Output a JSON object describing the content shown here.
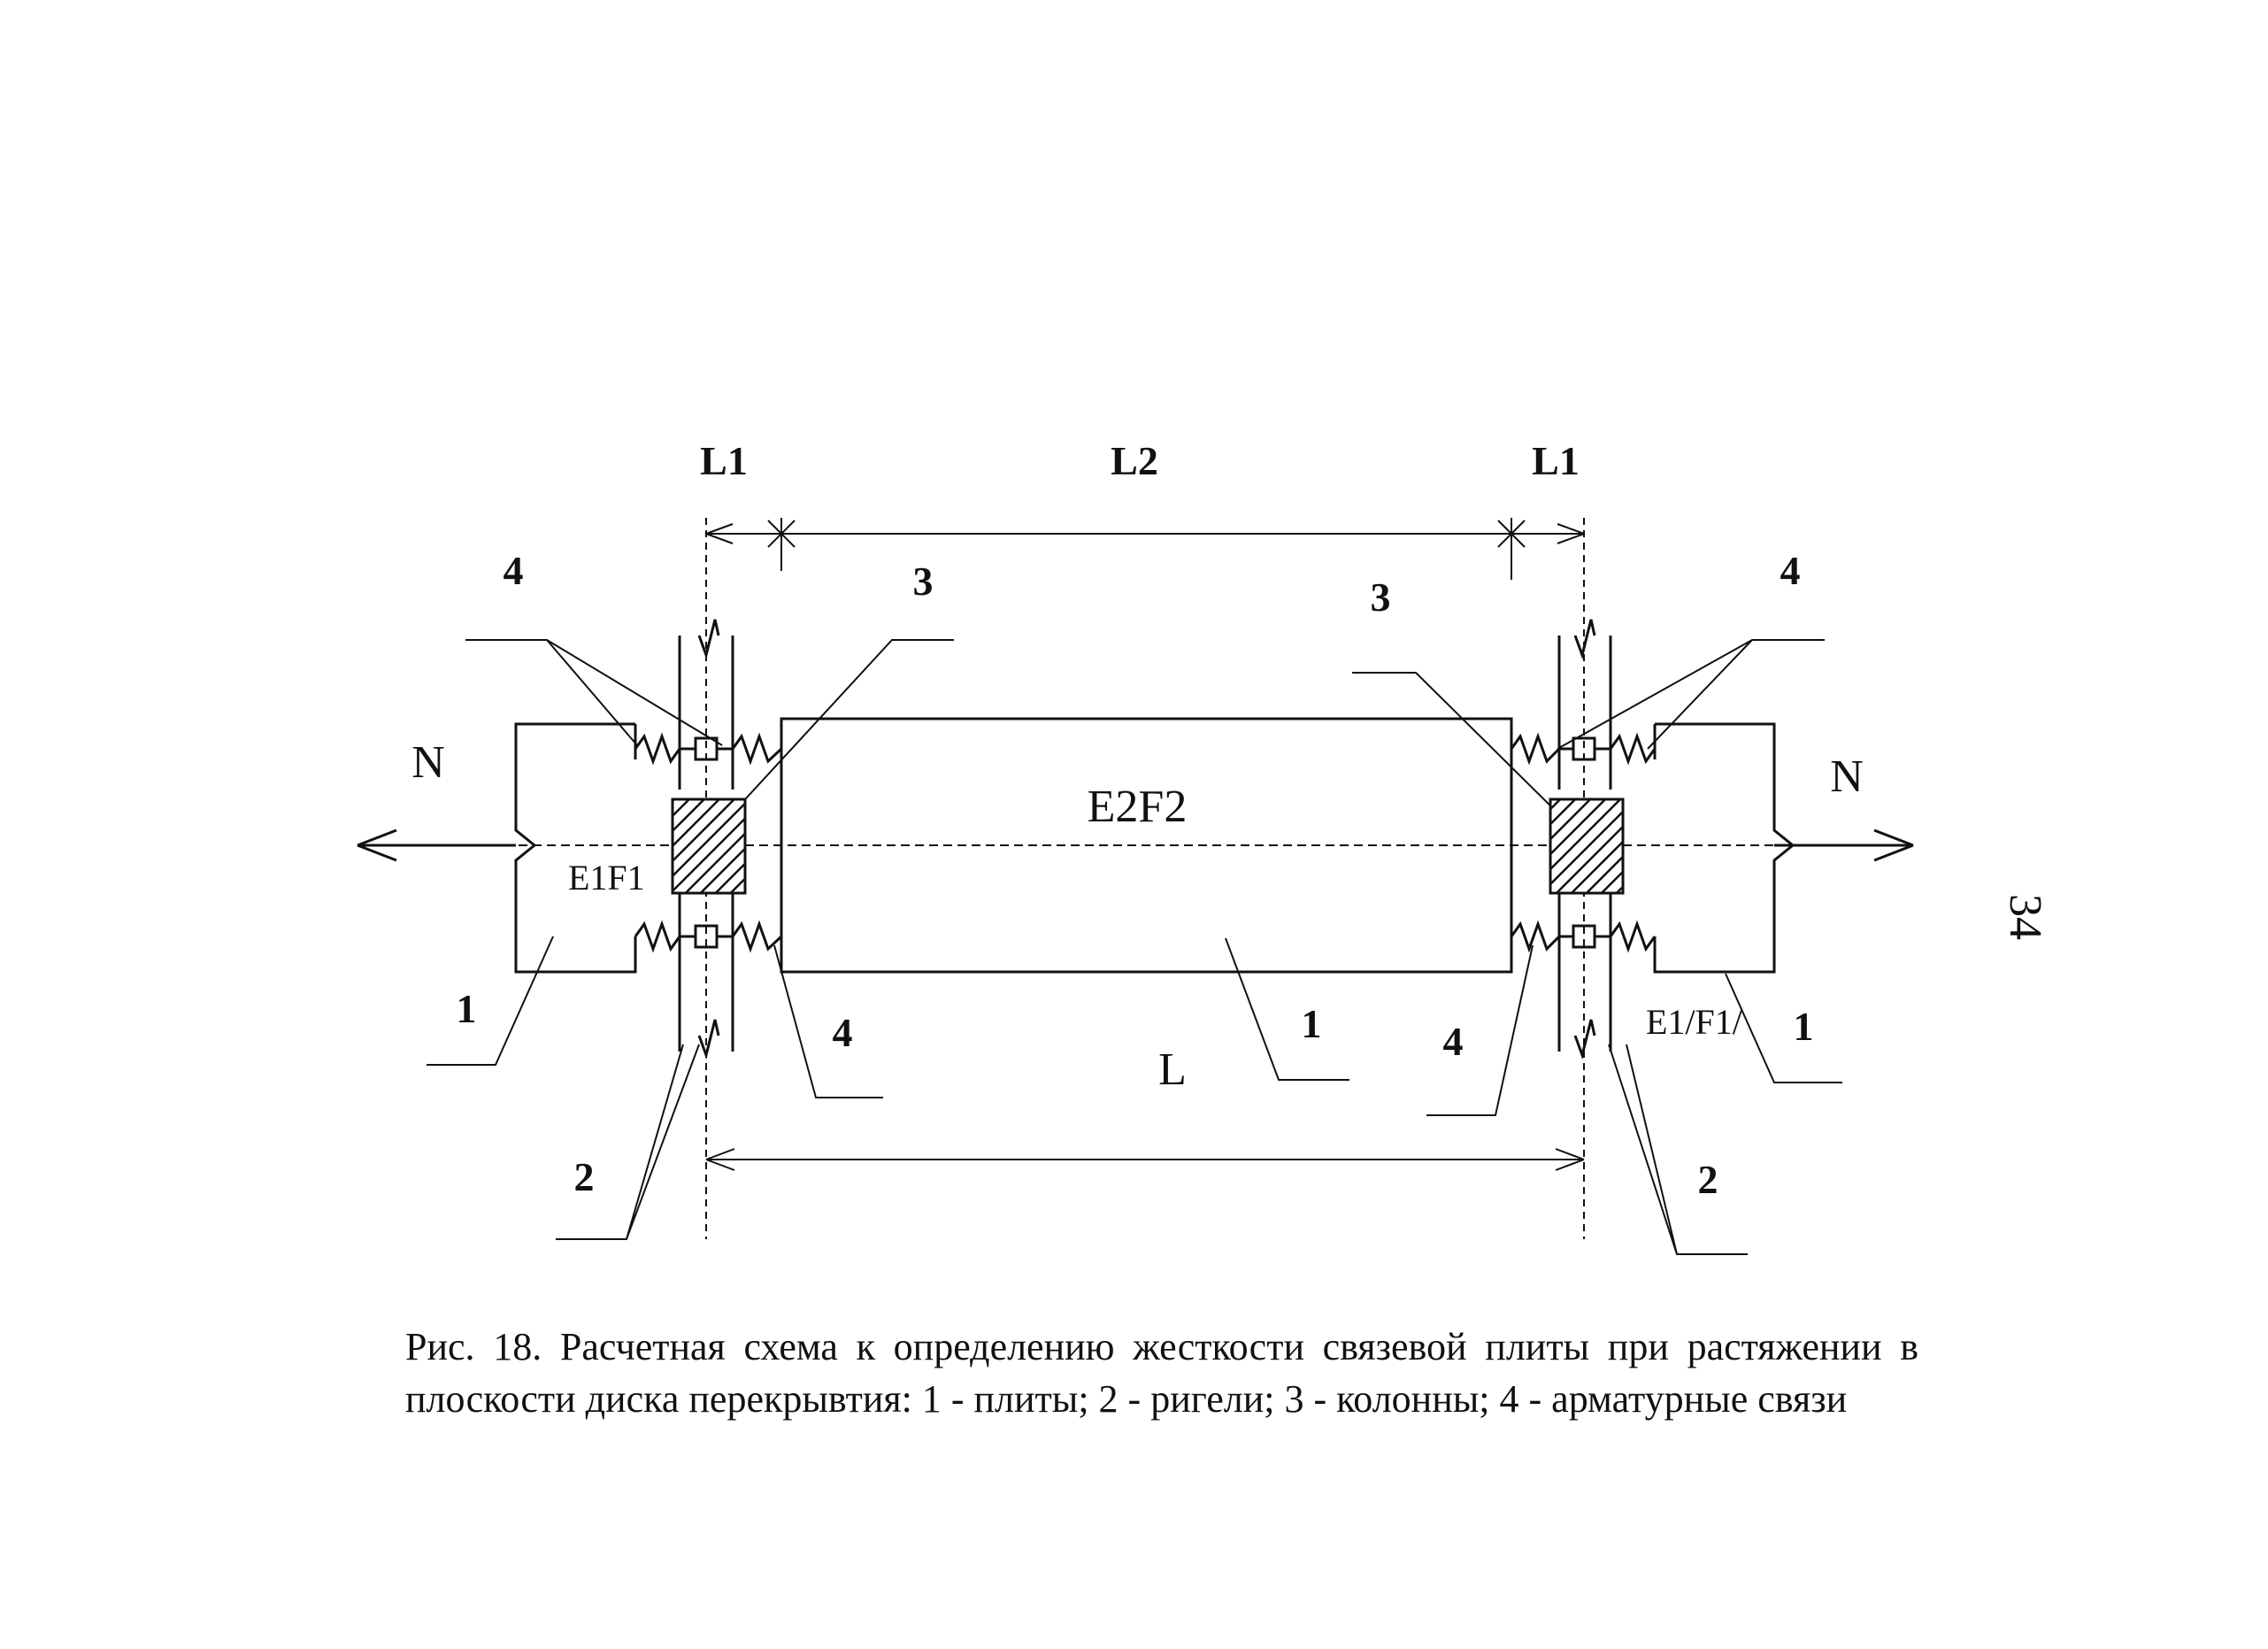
{
  "dimensions": {
    "l1_left": "L1",
    "l2": "L2",
    "l1_right": "L1",
    "l_total": "L"
  },
  "forces": {
    "left": "N",
    "right": "N"
  },
  "stiffness": {
    "left": "E1F1",
    "center": "E2F2",
    "right": "E1/F1/"
  },
  "callouts": {
    "left_top_4": "4",
    "left_top_3": "3",
    "right_top_3": "3",
    "right_top_4": "4",
    "left_bottom_1": "1",
    "left_bottom_4": "4",
    "left_bottom_2": "2",
    "center_bottom_1": "1",
    "right_bottom_4": "4",
    "right_bottom_1": "1",
    "right_bottom_2": "2"
  },
  "caption": "Рис. 18. Расчетная схема к определению жесткости связевой плиты при растяжении в плоскости диска перекрывтия: 1 - плиты; 2 - ригели; 3 - колонны; 4 - арматурные связи",
  "page_number": "34"
}
